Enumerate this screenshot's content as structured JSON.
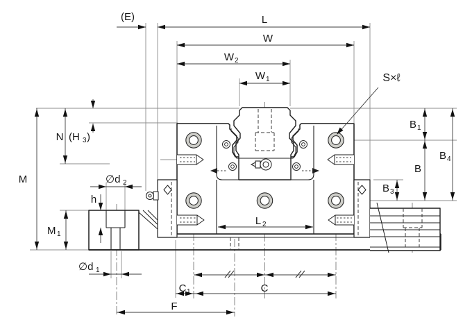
{
  "drawing": {
    "type": "linear-guide-dimension-drawing",
    "labels": {
      "e": "(E)",
      "l": "L",
      "w": "W",
      "w2_main": "W",
      "w2_sub": "2",
      "w1_main": "W",
      "w1_sub": "1",
      "sxl": "S×ℓ",
      "b1_main": "B",
      "b1_sub": "1",
      "b4_main": "B",
      "b4_sub": "4",
      "b": "B",
      "b3_main": "B",
      "b3_sub": "3",
      "n": "N",
      "h3_pre": "(H",
      "h3_sub": "3",
      "h3_post": ")",
      "m": "M",
      "m1_main": "M",
      "m1_sub": "1",
      "h": "h",
      "d2_main": "∅d",
      "d2_sub": "2",
      "d1_main": "∅d",
      "d1_sub": "1",
      "l2_main": "L",
      "l2_sub": "2",
      "c1_main": "C",
      "c1_sub": "1",
      "c": "C",
      "f": "F"
    },
    "line_colors": {
      "outline": "#1f1f1f",
      "dimension": "#3c3c3c",
      "reference": "#8c8c8c",
      "hidden": "#3a3a3a",
      "centerline": "#666666"
    }
  }
}
